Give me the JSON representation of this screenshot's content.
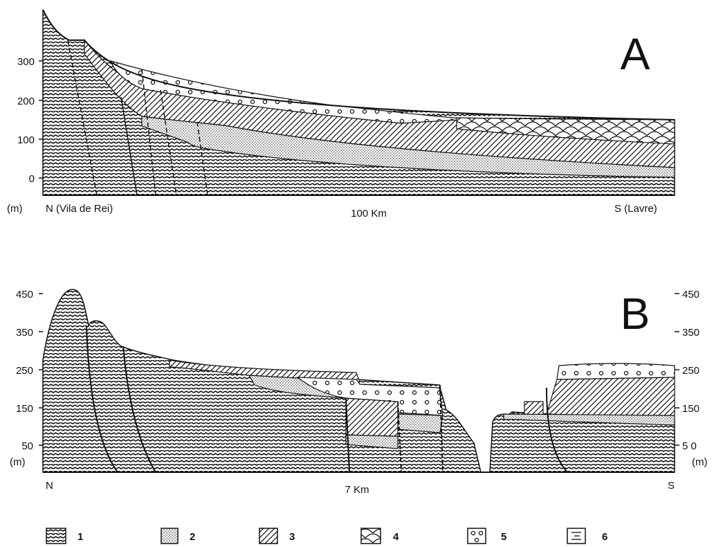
{
  "panel_a": {
    "letter": "A",
    "y_ticks": [
      "300",
      "200",
      "100",
      "0"
    ],
    "unit": "(m)",
    "north_label": "N (Vila de Rei)",
    "scale_label": "100 Km",
    "south_label": "S  (Lavre)"
  },
  "panel_b": {
    "letter": "B",
    "y_ticks_left": [
      "450",
      "350",
      "250",
      "150",
      "50"
    ],
    "y_ticks_right": [
      "450",
      "350",
      "250",
      "150",
      "5 0"
    ],
    "unit_left": "(m)",
    "unit_right": "(m)",
    "north_label": "N",
    "scale_label": "7 Km",
    "south_label": "S"
  },
  "legend": [
    {
      "label": "1",
      "pattern": "wavy"
    },
    {
      "label": "2",
      "pattern": "stipple"
    },
    {
      "label": "3",
      "pattern": "dashes"
    },
    {
      "label": "4",
      "pattern": "scales"
    },
    {
      "label": "5",
      "pattern": "circles"
    },
    {
      "label": "6",
      "pattern": "lines"
    }
  ]
}
